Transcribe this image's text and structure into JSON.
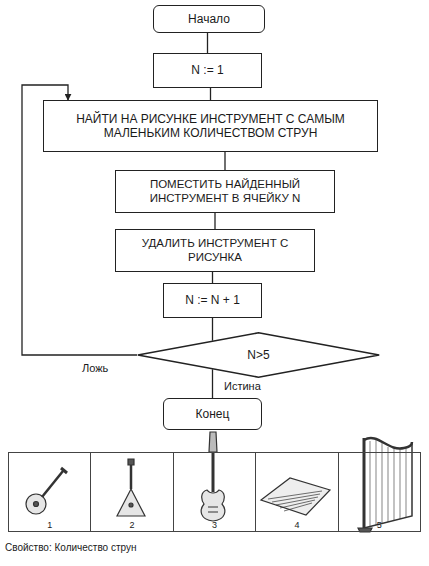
{
  "diagram": {
    "nodes": [
      {
        "text": [
          "Начало"
        ]
      },
      {
        "text": [
          "N := 1"
        ]
      },
      {
        "text": [
          "НАЙТИ НА РИСУНКЕ ИНСТРУМЕНТ С САМЫМ МАЛЕНЬКИМ КОЛИЧЕСТВОМ СТРУН"
        ]
      },
      {
        "text": [
          "ПОМЕСТИТЬ НАЙДЕННЫЙ ИНСТРУМЕНТ В ЯЧЕЙКУ N"
        ]
      },
      {
        "text": [
          "УДАЛИТЬ ИНСТРУМЕНТ С РИСУНКА"
        ]
      },
      {
        "text": [
          "N := N + 1"
        ]
      },
      {
        "text": [
          "N>5"
        ]
      },
      {
        "text": [
          "Конец"
        ]
      },
      {
        "text": [
          "1"
        ]
      },
      {
        "text": [
          "2"
        ]
      },
      {
        "text": [
          "3"
        ]
      },
      {
        "text": [
          "4"
        ]
      },
      {
        "text": [
          "5"
        ]
      }
    ],
    "edges": [
      {
        "from": 0,
        "to": 1,
        "arrow": "none"
      },
      {
        "from": 1,
        "to": 2,
        "arrow": "none"
      },
      {
        "from": 2,
        "to": 3,
        "arrow": "none"
      },
      {
        "from": 3,
        "to": 4,
        "arrow": "none"
      },
      {
        "from": 4,
        "to": 5,
        "arrow": "none"
      },
      {
        "from": 5,
        "to": 6,
        "arrow": "none"
      },
      {
        "from": 6,
        "to": 2,
        "label": "Ложь",
        "arrow": "to"
      },
      {
        "from": 6,
        "to": 7,
        "label": "Истина",
        "arrow": "none"
      }
    ],
    "labels": [
      "Свойство: Количество струн"
    ]
  }
}
